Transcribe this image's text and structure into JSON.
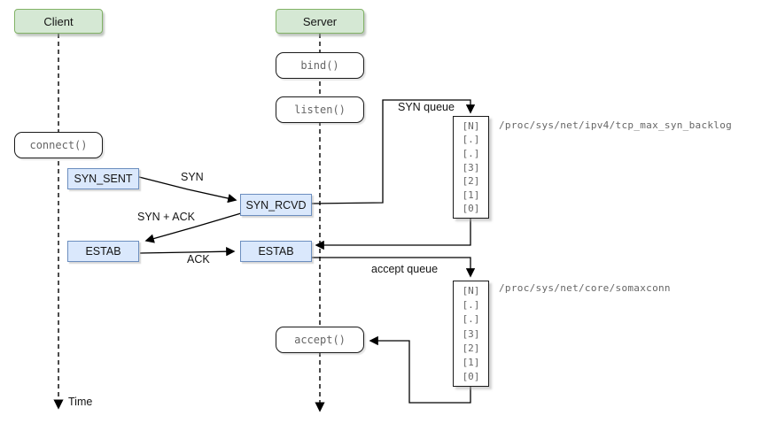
{
  "diagram": {
    "actors": {
      "client": "Client",
      "server": "Server"
    },
    "calls": {
      "bind": "bind()",
      "listen": "listen()",
      "connect": "connect()",
      "accept": "accept()"
    },
    "states": {
      "syn_sent": "SYN_SENT",
      "syn_rcvd": "SYN_RCVD",
      "estab_client": "ESTAB",
      "estab_server": "ESTAB"
    },
    "messages": {
      "syn": "SYN",
      "syn_ack": "SYN + ACK",
      "ack": "ACK"
    },
    "queues": {
      "syn": {
        "label": "SYN queue",
        "slots": [
          "[N]",
          "[.]",
          "[.]",
          "[3]",
          "[2]",
          "[1]",
          "[0]"
        ],
        "sysctl": "/proc/sys/net/ipv4/tcp_max_syn_backlog"
      },
      "accept": {
        "label": "accept queue",
        "slots": [
          "[N]",
          "[.]",
          "[.]",
          "[3]",
          "[2]",
          "[1]",
          "[0]"
        ],
        "sysctl": "/proc/sys/net/core/somaxconn"
      }
    },
    "time_label": "Time",
    "colors": {
      "actor_fill": "#d5e8d4",
      "actor_border": "#82b366",
      "state_fill": "#dae8fc",
      "state_border": "#6c8ebf",
      "call_fill": "#ffffff",
      "line": "#000000",
      "mono_text": "#666666"
    }
  }
}
